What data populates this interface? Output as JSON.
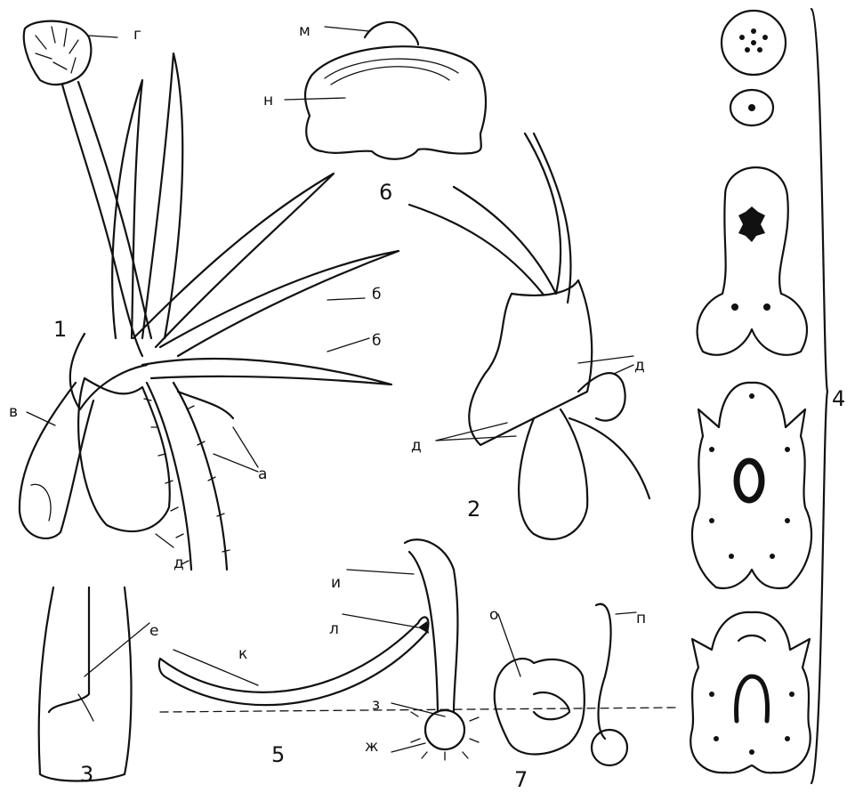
{
  "figure_numbers": {
    "fig1": "1",
    "fig2": "2",
    "fig3": "3",
    "fig4": "4",
    "fig5": "5",
    "fig6": "6",
    "fig7": "7"
  },
  "letter_labels": {
    "a": "а",
    "b": "б",
    "v": "в",
    "g": "г",
    "d": "д",
    "e": "е",
    "zh": "ж",
    "z": "з",
    "i": "и",
    "k": "к",
    "l": "л",
    "m": "м",
    "n": "н",
    "o": "о",
    "p": "п"
  },
  "style": {
    "ink": "#111111",
    "background": "#ffffff"
  }
}
